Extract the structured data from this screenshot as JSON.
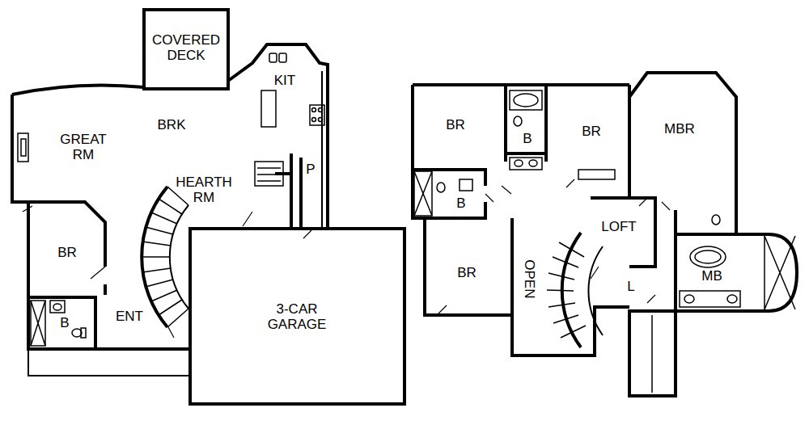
{
  "diagram": {
    "labels": [
      "COVERED DECK",
      "KIT",
      "BRK",
      "GREAT RM",
      "HEARTH RM",
      "P",
      "BR",
      "B",
      "ENT",
      "3-CAR GARAGE",
      "BR",
      "B",
      "BR",
      "MBR",
      "B",
      "LOFT",
      "BR",
      "OPEN",
      "L",
      "MB"
    ]
  }
}
